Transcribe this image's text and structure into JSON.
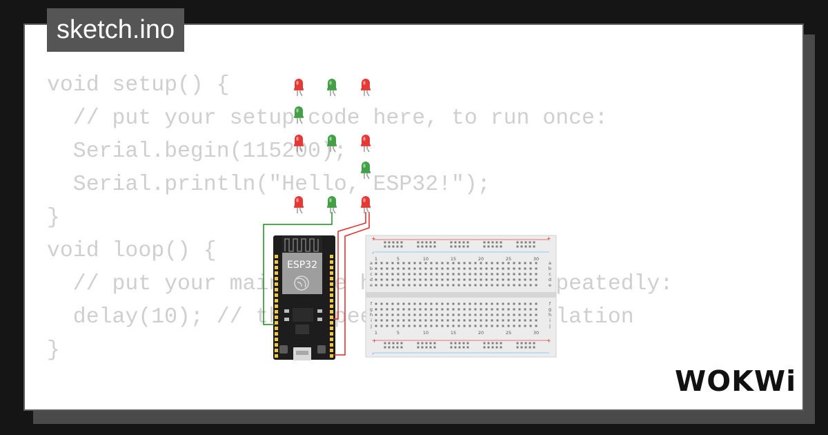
{
  "file_tab": {
    "label": "sketch.ino"
  },
  "code": {
    "lines": [
      "void setup() {",
      "  // put your setup code here, to run once:",
      "  Serial.begin(115200);",
      "  Serial.println(\"Hello, ESP32!\");",
      "}",
      "",
      "void loop() {",
      "  // put your main code here, to run repeatedly:",
      "  delay(10); // this speeds up the simulation",
      "}"
    ]
  },
  "esp32": {
    "label": "ESP32"
  },
  "breadboard": {
    "column_numbers": [
      "1",
      "5",
      "10",
      "15",
      "20",
      "25",
      "30"
    ],
    "top_rows": [
      "a",
      "b",
      "c",
      "d",
      "e"
    ],
    "bottom_rows": [
      "f",
      "g",
      "h",
      "i",
      "j"
    ],
    "rail_plus": "+",
    "rail_minus": "-"
  },
  "leds": [
    {
      "color": "#e53935"
    },
    {
      "color": "#43a047"
    },
    {
      "color": "#e53935"
    },
    {
      "color": "#43a047"
    },
    {
      "color": "#e53935"
    },
    {
      "color": "#43a047"
    },
    {
      "color": "#e53935"
    },
    {
      "color": "#43a047"
    },
    {
      "color": "#e53935"
    },
    {
      "color": "#43a047"
    },
    {
      "color": "#e53935"
    }
  ],
  "colors": {
    "wire_red": "#e52222",
    "wire_green": "#1b8a1b",
    "code_text": "#cfcfcf",
    "tab_bg": "#555555"
  },
  "logo": {
    "text": "WOKWi"
  }
}
